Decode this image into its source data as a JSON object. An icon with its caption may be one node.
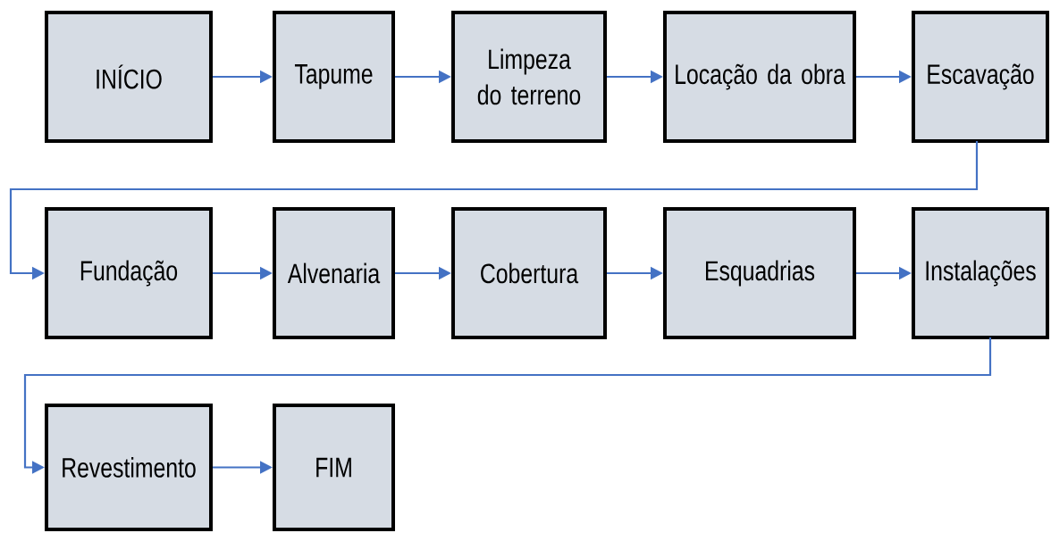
{
  "diagram": {
    "nodes": [
      {
        "text": [
          "INÍCIO"
        ]
      },
      {
        "text": [
          "Tapume"
        ]
      },
      {
        "text": [
          "Limpeza do terreno"
        ]
      },
      {
        "text": [
          "Locação da obra"
        ]
      },
      {
        "text": [
          "Escavação"
        ]
      },
      {
        "text": [
          "Fundação"
        ]
      },
      {
        "text": [
          "Alvenaria"
        ]
      },
      {
        "text": [
          "Cobertura"
        ]
      },
      {
        "text": [
          "Esquadrias"
        ]
      },
      {
        "text": [
          "Instalações"
        ]
      },
      {
        "text": [
          "Revestimento"
        ]
      },
      {
        "text": [
          "FIM"
        ]
      }
    ],
    "edges": [
      {
        "from": 0,
        "to": 1,
        "arrow": "to"
      },
      {
        "from": 1,
        "to": 2,
        "arrow": "to"
      },
      {
        "from": 2,
        "to": 3,
        "arrow": "to"
      },
      {
        "from": 3,
        "to": 4,
        "arrow": "to"
      },
      {
        "from": 4,
        "to": 5,
        "arrow": "to"
      },
      {
        "from": 5,
        "to": 6,
        "arrow": "to"
      },
      {
        "from": 6,
        "to": 7,
        "arrow": "to"
      },
      {
        "from": 7,
        "to": 8,
        "arrow": "to"
      },
      {
        "from": 8,
        "to": 9,
        "arrow": "to"
      },
      {
        "from": 9,
        "to": 10,
        "arrow": "to"
      },
      {
        "from": 10,
        "to": 11,
        "arrow": "to"
      }
    ]
  }
}
